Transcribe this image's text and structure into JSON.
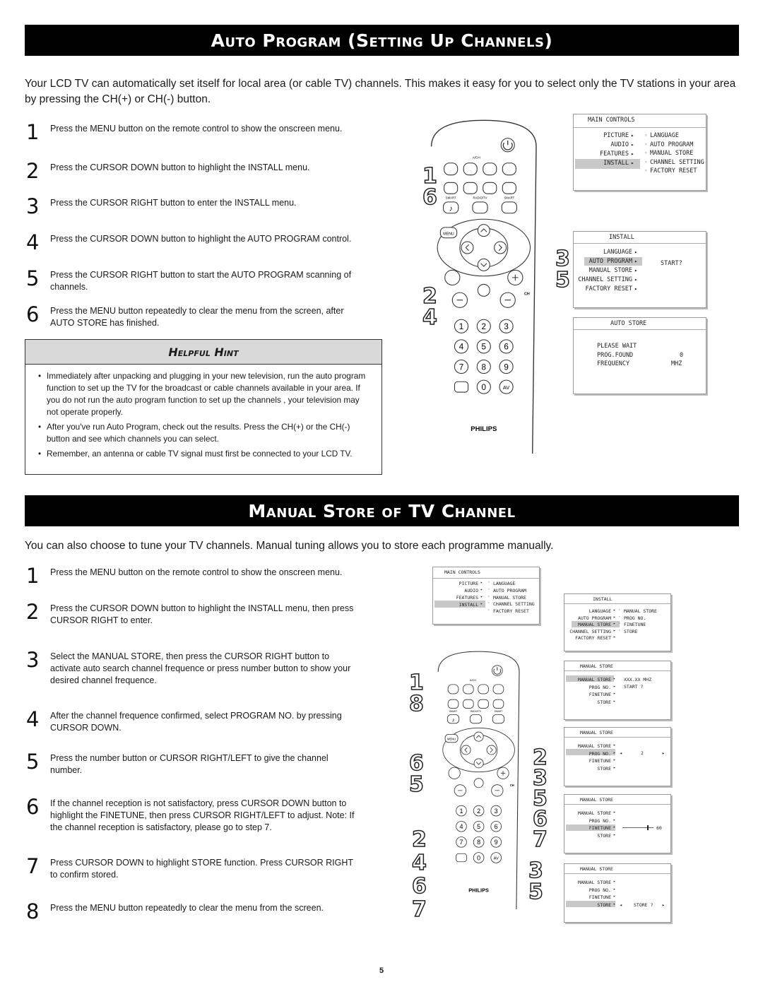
{
  "section1": {
    "title": "Auto Program (Setting Up Channels)",
    "intro": "Your LCD TV can automatically set itself for local area (or cable TV) channels. This makes it easy for you to select only the TV stations in your area by pressing the CH(+) or CH(-) button.",
    "steps": [
      {
        "n": "1",
        "text": "Press the MENU button on the remote control to show the onscreen menu."
      },
      {
        "n": "2",
        "text": "Press the CURSOR DOWN button to highlight the INSTALL menu."
      },
      {
        "n": "3",
        "text": "Press the CURSOR RIGHT button to enter the INSTALL menu."
      },
      {
        "n": "4",
        "text": "Press the CURSOR DOWN button to highlight the AUTO PROGRAM control."
      },
      {
        "n": "5",
        "text": "Press the CURSOR RIGHT button to start the AUTO PROGRAM scanning of channels."
      },
      {
        "n": "6",
        "text": "Press the MENU button repeatedly to clear the menu from the screen, after AUTO STORE has finished."
      }
    ],
    "hint": {
      "title": "Helpful Hint",
      "items": [
        "Immediately after unpacking and plugging in your new television, run the auto program function to set up the TV for the broadcast or cable channels available in your area. If you do not run the auto program function to set up the channels , your television may not operate properly.",
        "After you've run Auto Program, check out the results. Press the CH(+) or the CH(-) button and see which channels you can select.",
        "Remember, an antenna or cable TV signal must first be connected to your LCD TV."
      ]
    },
    "callouts": {
      "left_top": "1 6",
      "left_bottom": "2 4",
      "right": "3 5"
    },
    "menus": {
      "main": {
        "title": "MAIN CONTROLS",
        "left": [
          "PICTURE",
          "AUDIO",
          "FEATURES",
          "INSTALL"
        ],
        "right": [
          "LANGUAGE",
          "AUTO PROGRAM",
          "MANUAL STORE",
          "CHANNEL SETTING",
          "FACTORY RESET"
        ]
      },
      "install": {
        "title": "INSTALL",
        "left": [
          "LANGUAGE",
          "AUTO PROGRAM",
          "MANUAL STORE",
          "CHANNEL SETTING",
          "FACTORY RESET"
        ],
        "right": "START?"
      },
      "autostore": {
        "title": "AUTO STORE",
        "line1": "PLEASE WAIT",
        "line2": "PROG.FOUND",
        "line2_val": "0",
        "line3": "FREQUENCY",
        "line3_val": "MHZ"
      }
    }
  },
  "section2": {
    "title": "Manual Store of TV Channel",
    "intro": "You can also choose to tune your TV channels. Manual tuning allows you to store each programme manually.",
    "steps": [
      {
        "n": "1",
        "text": "Press the MENU button on the remote control to show the onscreen menu."
      },
      {
        "n": "2",
        "text": "Press the CURSOR DOWN button to highlight the INSTALL menu, then press CURSOR RIGHT to enter."
      },
      {
        "n": "3",
        "text": "Select the MANUAL STORE, then press the CURSOR RIGHT button to activate auto search channel frequence or press number button to show your desired channel frequence."
      },
      {
        "n": "4",
        "text": "After the channel frequence confirmed, select PROGRAM NO. by pressing CURSOR DOWN."
      },
      {
        "n": "5",
        "text": "Press the number button or CURSOR RIGHT/LEFT to give the channel number."
      },
      {
        "n": "6",
        "text": "If the channel reception is not satisfactory, press CURSOR DOWN button to highlight the  FINETUNE, then press CURSOR RIGHT/LEFT to adjust. Note: If the channel reception is satisfactory, please go to step 7."
      },
      {
        "n": "7",
        "text": "Press  CURSOR DOWN to highlight STORE function. Press CURSOR RIGHT to confirm stored."
      },
      {
        "n": "8",
        "text": "Press the MENU button repeatedly to clear the menu from the screen."
      }
    ],
    "callouts": {
      "left_top": "1 8",
      "left_mid": "6 5",
      "left_bottom": "2 4 6 7",
      "right_top": "2 3 5 6 7",
      "right_bottom": "3 5"
    },
    "menus": {
      "main": {
        "title": "MAIN CONTROLS",
        "left": [
          "PICTURE",
          "AUDIO",
          "FEATURES",
          "INSTALL"
        ],
        "right": [
          "LANGUAGE",
          "AUTO PROGRAM",
          "MANUAL STORE",
          "CHANNEL SETTING",
          "FACTORY RESET"
        ]
      },
      "install": {
        "title": "INSTALL",
        "left": [
          "LANGUAGE",
          "AUTO PROGRAM",
          "MANUAL STORE",
          "CHANNEL SETTING",
          "FACTORY RESET"
        ],
        "right": [
          "MANUAL STORE",
          "PROG NO.",
          "FINETUNE",
          "STORE"
        ]
      },
      "ms1": {
        "title": "MANUAL STORE",
        "left": [
          "MANUAL STORE",
          "PROG NO.",
          "FINETUNE",
          "STORE"
        ],
        "r1": "XXX.XX MHZ",
        "r2": "START ?"
      },
      "ms2": {
        "title": "MANUAL STORE",
        "left": [
          "MANUAL STORE",
          "PROG NO.",
          "FINETUNE",
          "STORE"
        ],
        "value": "2"
      },
      "ms3": {
        "title": "MANUAL STORE",
        "left": [
          "MANUAL STORE",
          "PROG NO.",
          "FINETUNE",
          "STORE"
        ],
        "value": "60",
        "slider_level": 0.8
      },
      "ms4": {
        "title": "MANUAL STORE",
        "left": [
          "MANUAL STORE",
          "PROG NO.",
          "FINETUNE",
          "STORE"
        ],
        "value": "STORE ?"
      }
    }
  },
  "remote": {
    "labels": {
      "ach": "A/CH",
      "smart": "SMART",
      "radiotv": "RADIO/TV",
      "menu": "MENU",
      "ch": "CH",
      "av": "AV",
      "brand": "PHILIPS"
    },
    "digits": [
      "1",
      "2",
      "3",
      "4",
      "5",
      "6",
      "7",
      "8",
      "9",
      "0"
    ]
  },
  "page_number": "5"
}
